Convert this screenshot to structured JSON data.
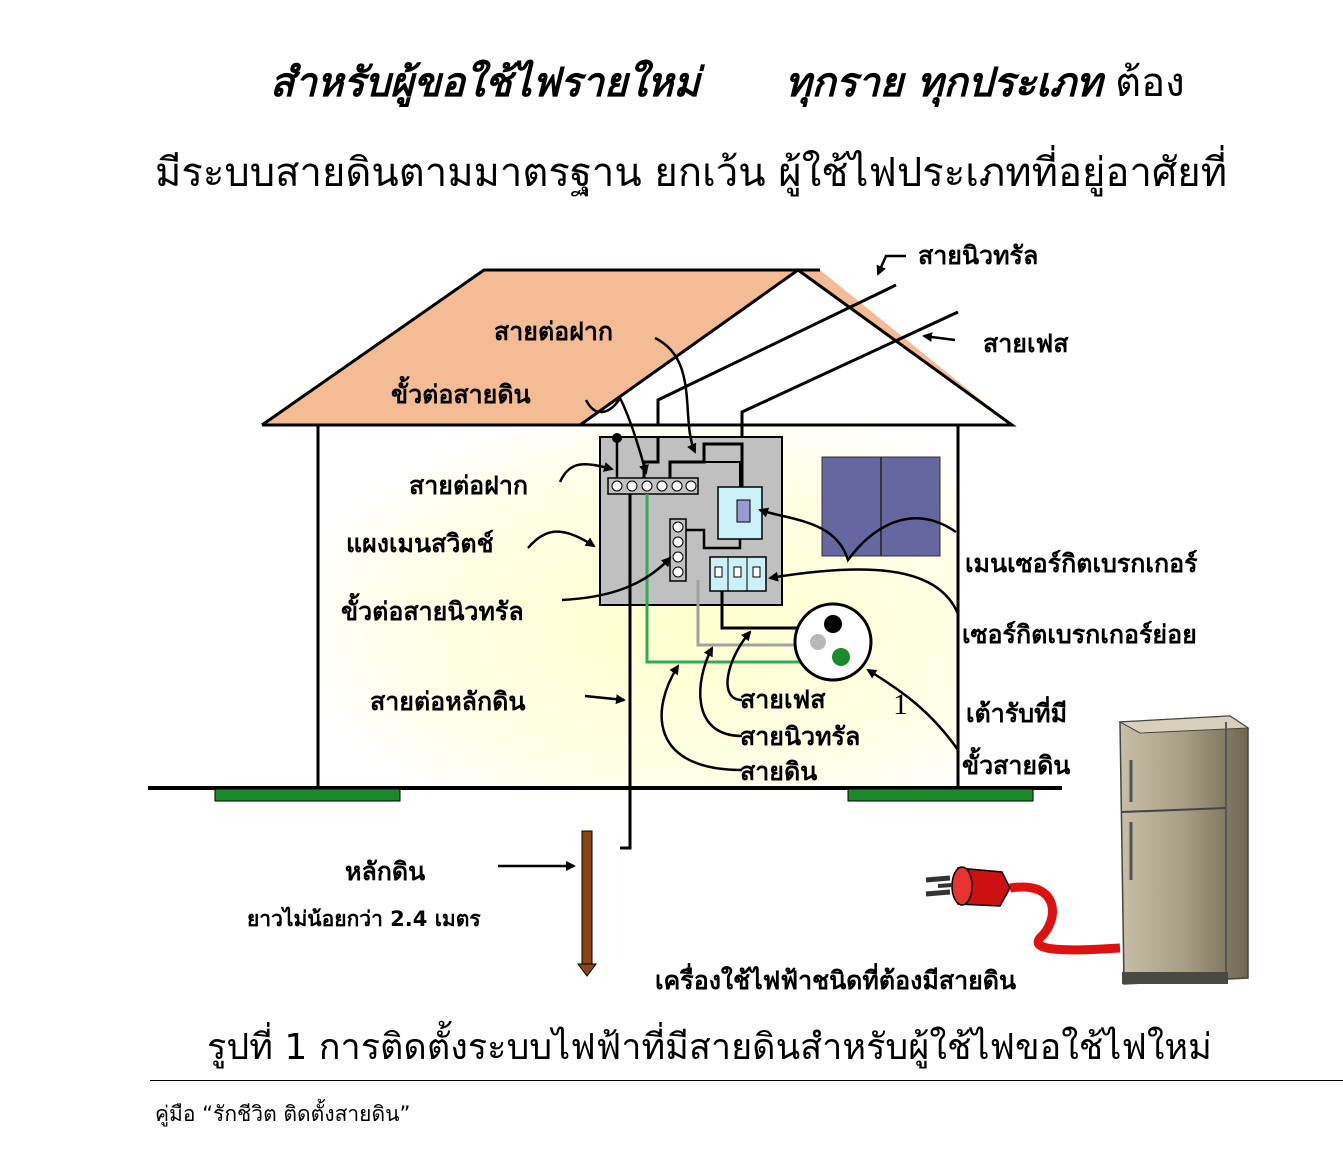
{
  "heading": {
    "line1_part1": "สำหรับผู้ขอใช้ไฟรายใหม่",
    "line1_part2": "ทุกราย ทุกประเภท",
    "line1_part3": "ต้อง",
    "line2": "มีระบบสายดินตามมาตรฐาน ยกเว้น ผู้ใช้ไฟประเภทที่อยู่อาศัยที่"
  },
  "labels": {
    "neutral_line_top": "สายนิวทรัล",
    "phase_line_top": "สายเฟส",
    "cover_wire_1": "สายต่อฝาก",
    "ground_terminal": "ขั้วต่อสายดิน",
    "cover_wire_2": "สายต่อฝาก",
    "main_switchboard": "แผงเมนสวิตช์",
    "neutral_terminal": "ขั้วต่อสายนิวทรัล",
    "ground_rod_wire": "สายต่อหลักดิน",
    "main_breaker": "เมนเซอร์กิตเบรกเกอร์",
    "sub_breaker": "เซอร์กิตเบรกเกอร์ย่อย",
    "outlet_line1": "เต้ารับที่มี",
    "outlet_line2": "ขั้วสายดิน",
    "outlet_phase": "สายเฟส",
    "outlet_neutral": "สายนิวทรัล",
    "outlet_ground": "สายดิน",
    "ground_rod": "หลักดิน",
    "ground_rod_length": "ยาวไม่น้อยกว่า 2.4 เมตร",
    "appliance": "เครื่องใช้ไฟฟ้าชนิดที่ต้องมีสายดิน",
    "marker_number": "1"
  },
  "caption": "รูปที่ 1 การติดตั้งระบบไฟฟ้าที่มีสายดินสำหรับผู้ใช้ไฟขอใช้ไฟใหม่",
  "footer": "คู่มือ “รักชีวิต  ติดตั้งสายดิน”",
  "colors": {
    "roof": "#f4bc94",
    "house_glow": "#ffffcc",
    "panel": "#c0c0c0",
    "window": "#6666a0",
    "ground_pad": "#1a8a2a",
    "ground_wire": "#33aa55",
    "neutral_wire": "#a0a0a0",
    "ground_rod": "#8b4513",
    "breaker": "#ccf0f8",
    "cord": "#dd1111",
    "fridge": "#a89e86"
  }
}
